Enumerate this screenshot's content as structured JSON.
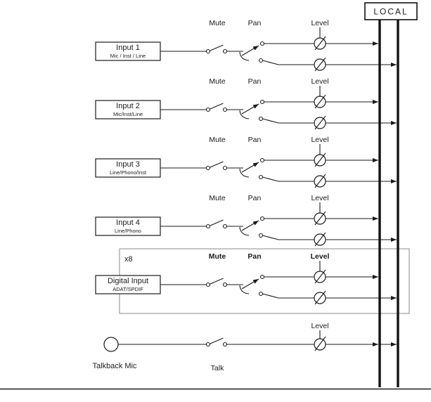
{
  "bus": {
    "label": "LOCAL"
  },
  "channels": [
    {
      "name": "Input 1",
      "sub": "Mic / Inst / Line",
      "mute_label": "Mute",
      "pan_label": "Pan",
      "level_label": "Level"
    },
    {
      "name": "Input 2",
      "sub": "Mic/Inst/Line",
      "mute_label": "Mute",
      "pan_label": "Pan",
      "level_label": "Level"
    },
    {
      "name": "Input 3",
      "sub": "Line/Phono/Inst",
      "mute_label": "Mute",
      "pan_label": "Pan",
      "level_label": "Level"
    },
    {
      "name": "Input 4",
      "sub": "Line/Phono",
      "mute_label": "Mute",
      "pan_label": "Pan",
      "level_label": "Level"
    },
    {
      "name": "Digital Input",
      "sub": "ADAT/SPDIF",
      "multiplier": "x8",
      "mute_label": "Mute",
      "pan_label": "Pan",
      "level_label": "Level"
    }
  ],
  "talkback": {
    "name": "Talkback Mic",
    "talk_label": "Talk",
    "level_label": "Level"
  },
  "colors": {
    "ink": "#1a1a1a",
    "digital_group_outline": "#8a8a8a",
    "bus_line": "#111111"
  }
}
